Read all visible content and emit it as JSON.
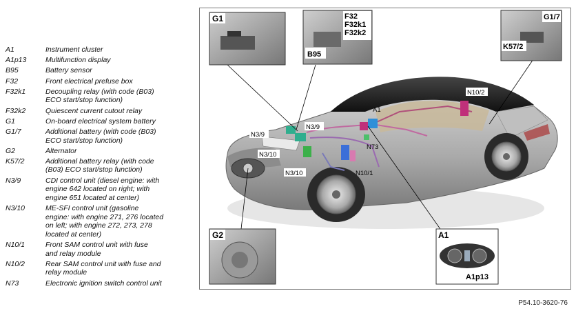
{
  "legend": [
    {
      "code": "A1",
      "desc": "Instrument cluster"
    },
    {
      "code": "A1p13",
      "desc": "Multifunction display"
    },
    {
      "code": "B95",
      "desc": "Battery sensor"
    },
    {
      "code": "F32",
      "desc": "Front electrical prefuse box"
    },
    {
      "code": "F32k1",
      "desc": "Decoupling relay (with code (B03)\nECO start/stop function)"
    },
    {
      "code": "F32k2",
      "desc": "Quiescent current cutout relay"
    },
    {
      "code": "G1",
      "desc": "On-board electrical system battery"
    },
    {
      "code": "G1/7",
      "desc": "Additional battery (with code (B03)\nECO start/stop function)"
    },
    {
      "code": "G2",
      "desc": "Alternator"
    },
    {
      "code": "K57/2",
      "desc": "Additional battery relay (with code\n(B03) ECO start/stop function)"
    },
    {
      "code": "N3/9",
      "desc": "CDI control unit (diesel engine: with\nengine 642 located on right; with\nengine 651 located at center)"
    },
    {
      "code": "N3/10",
      "desc": "ME-SFI control unit (gasoline\nengine: with engine 271, 276 located\non left; with engine 272, 273, 278\nlocated at center)"
    },
    {
      "code": "N10/1",
      "desc": "Front SAM control unit with fuse\nand relay module"
    },
    {
      "code": "N10/2",
      "desc": "Rear SAM control unit with fuse and\nrelay module"
    },
    {
      "code": "N73",
      "desc": "Electronic ignition switch control unit"
    }
  ],
  "insets": {
    "g1": "G1",
    "f32": "F32",
    "f32k1": "F32k1",
    "f32k2": "F32k2",
    "b95": "B95",
    "g1_7": "G1/7",
    "k57_2": "K57/2",
    "g2": "G2",
    "a1": "A1",
    "a1p13": "A1p13"
  },
  "callouts": {
    "n3_9_left": "N3/9",
    "n3_9_right": "N3/9",
    "n3_10_top": "N3/10",
    "n3_10_bottom": "N3/10",
    "a1": "A1",
    "n73": "N73",
    "n10_1": "N10/1",
    "n10_2": "N10/2"
  },
  "figure_id": "P54.10-3620-76"
}
